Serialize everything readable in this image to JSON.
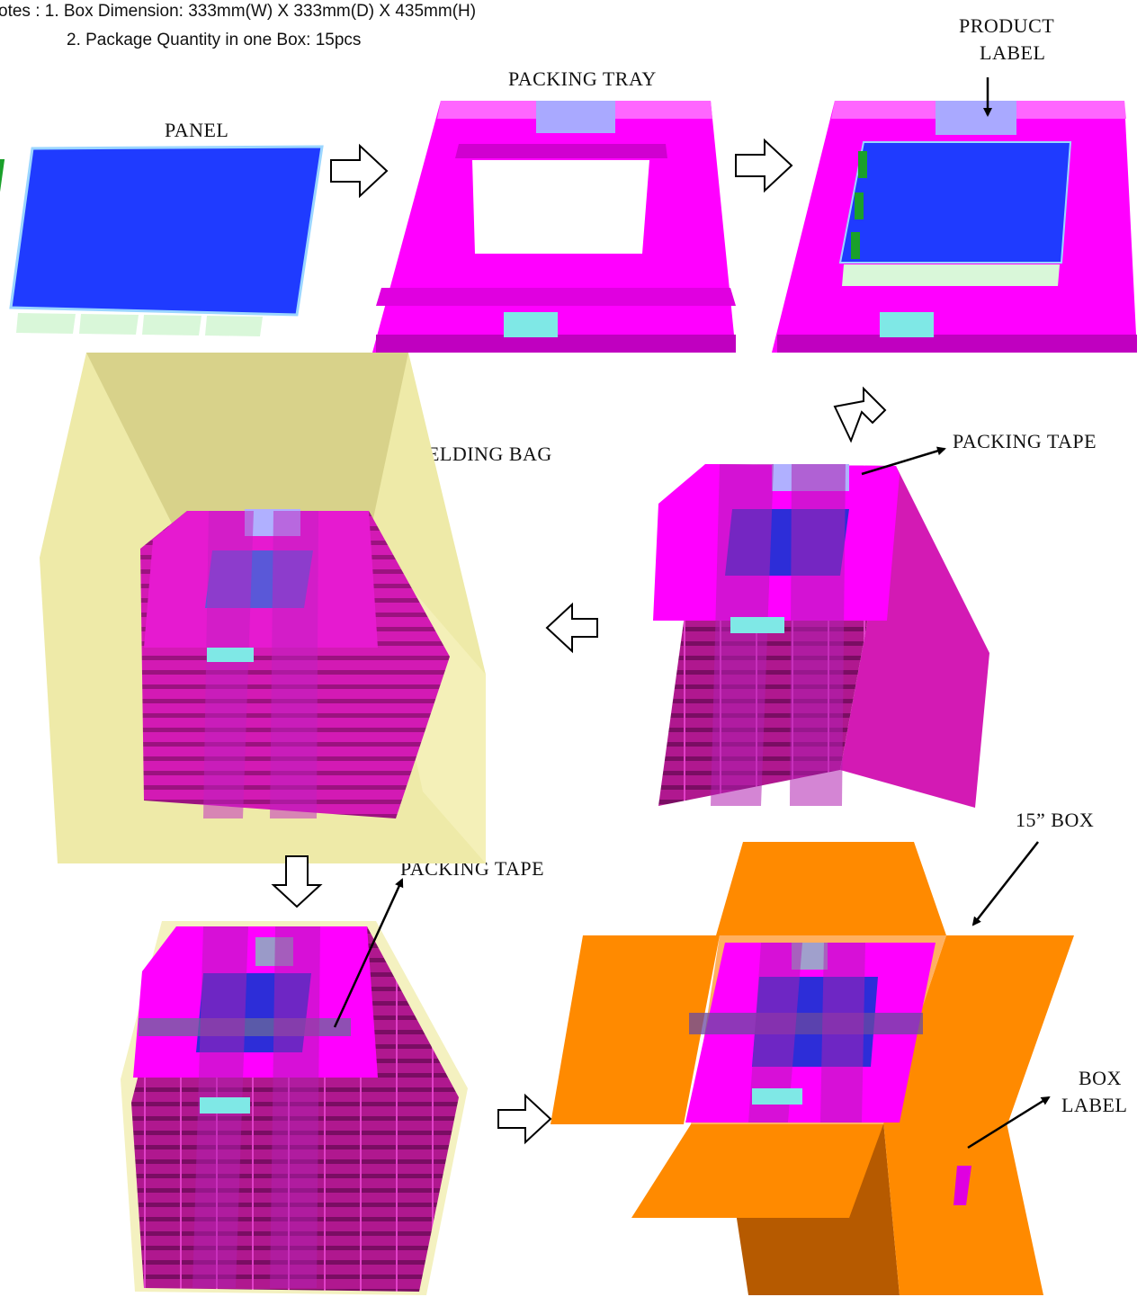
{
  "notes": {
    "line1": "otes : 1. Box Dimension: 333mm(W) X 333mm(D) X 435mm(H)",
    "line2": "2. Package Quantity in one Box: 15pcs"
  },
  "labels": {
    "panel": "PANEL",
    "packing_tray": "PACKING TRAY",
    "product_label_1": "PRODUCT",
    "product_label_2": "LABEL",
    "packing_tape_1": "PACKING TAPE",
    "shielding_bag": "SHIELDING BAG",
    "packing_tape_2": "PACKING TAPE",
    "box_15": "15” BOX",
    "box_label_1": "BOX",
    "box_label_2": "LABEL"
  },
  "colors": {
    "panel_blue": "#1f3bff",
    "tray_magenta": "#ff00ff",
    "stack_dark": "#b0188f",
    "bag_yellow": "#e9e6a2",
    "box_orange": "#ff8a00",
    "box_dark": "#b65a00",
    "label_cyan": "#7fe8e6",
    "tab_green": "#1aa02a"
  },
  "steps": [
    "panel",
    "packing-tray",
    "panel-in-tray",
    "tray-stack-taped",
    "shielding-bag",
    "bag-taped",
    "boxed"
  ]
}
